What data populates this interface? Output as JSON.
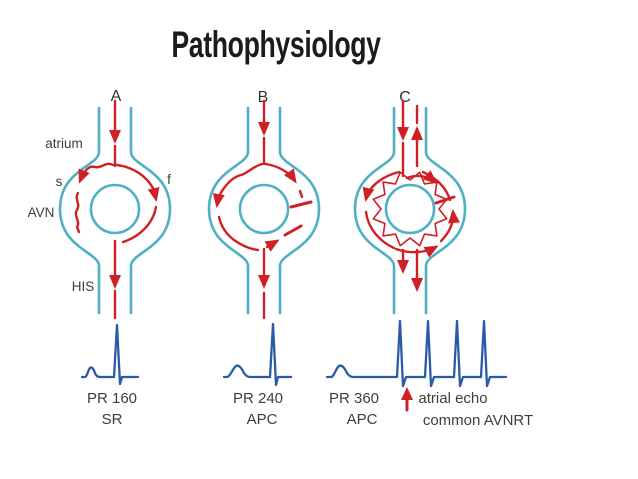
{
  "title": "Pathophysiology",
  "colors": {
    "bg": "#ffffff",
    "channel": "#4fb0c4",
    "red": "#cf2026",
    "ecg": "#2a5ba8",
    "label": "#3d3d3d",
    "title_text": "#1b1b1b"
  },
  "labels": {
    "atrium": "atrium",
    "slow_pathway": "s",
    "fast_pathway": "f",
    "avn": "AVN",
    "his": "HIS"
  },
  "panels": [
    {
      "letter": "A",
      "pr": "PR 160",
      "rhythm": "SR"
    },
    {
      "letter": "B",
      "pr": "PR 240",
      "rhythm": "APC"
    },
    {
      "letter": "C",
      "pr": "PR 360",
      "rhythm": "APC",
      "echo": "atrial echo",
      "dx": "common AVNRT"
    }
  ]
}
